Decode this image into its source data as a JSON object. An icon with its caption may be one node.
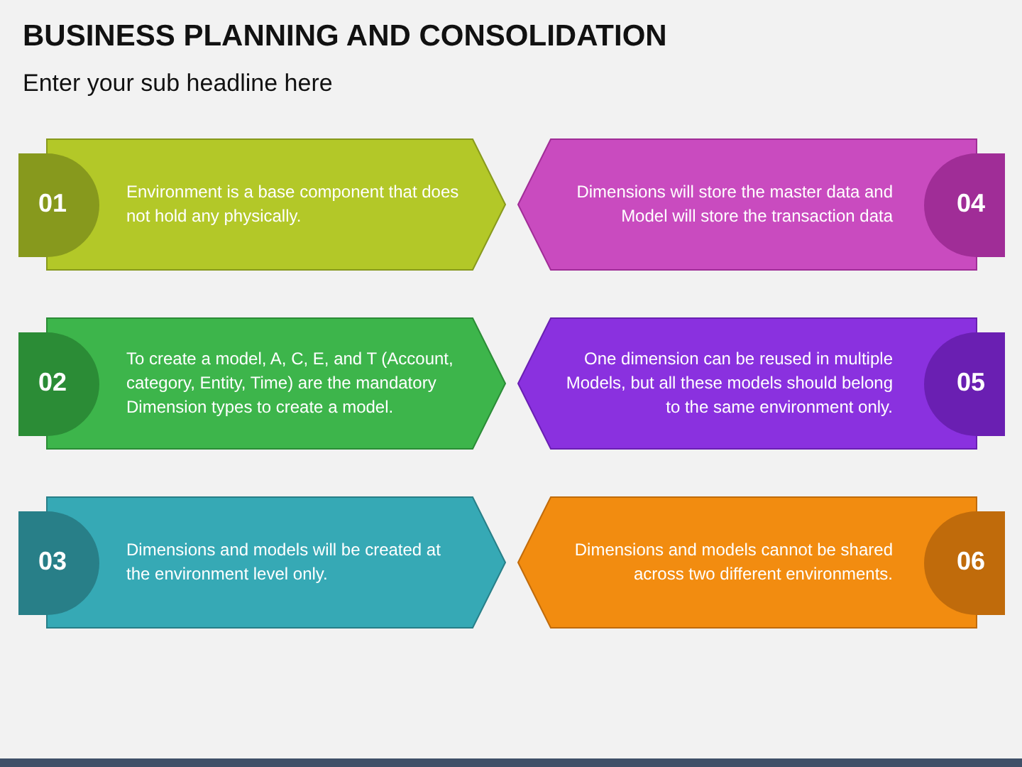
{
  "diagram": {
    "title": "BUSINESS PLANNING AND CONSOLIDATION",
    "labels": [
      "Enter your sub headline here"
    ],
    "nodes": [
      {
        "text": [
          "01",
          "Environment is a base component that does not hold any physically."
        ]
      },
      {
        "text": [
          "02",
          "To create a model, A, C, E, and T (Account, category, Entity, Time) are the mandatory Dimension types to create a model."
        ]
      },
      {
        "text": [
          "03",
          "Dimensions and models will be created at the environment level only."
        ]
      },
      {
        "text": [
          "Dimensions will store the master data and Model will store the transaction data",
          "04"
        ]
      },
      {
        "text": [
          "One dimension can be reused in multiple Models, but all these models should belong to the same environment only.",
          "05"
        ]
      },
      {
        "text": [
          "Dimensions and models cannot be shared across two different environments.",
          "06"
        ]
      }
    ]
  }
}
